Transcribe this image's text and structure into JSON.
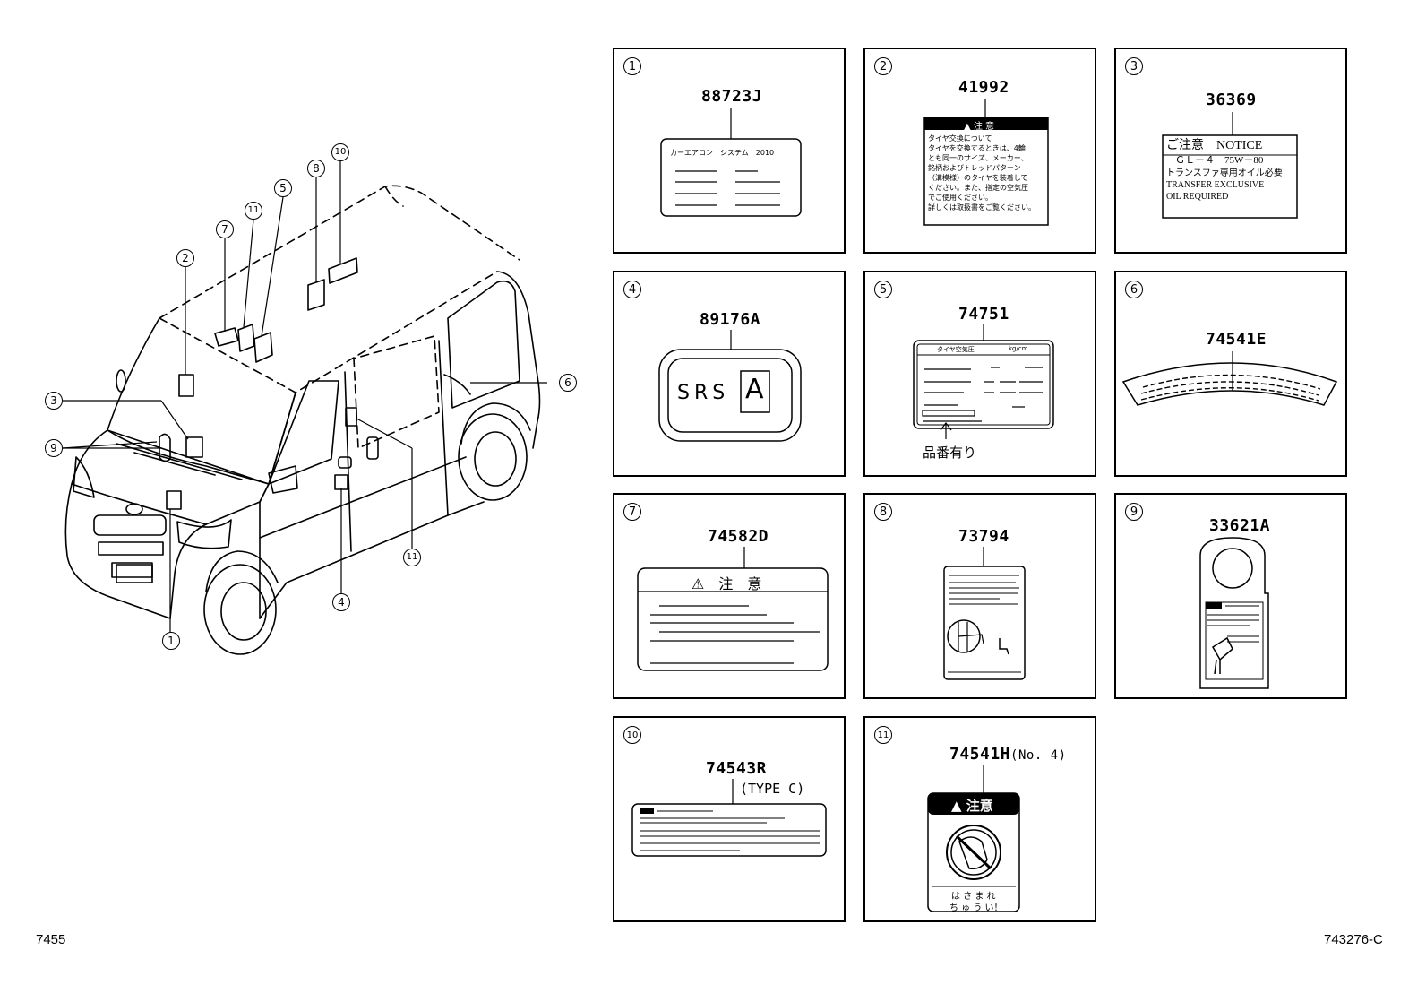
{
  "footer": {
    "left_code": "7455",
    "right_code": "743276-C"
  },
  "callouts": {
    "c1": "1",
    "c2": "2",
    "c3": "3",
    "c4": "4",
    "c5": "5",
    "c6": "6",
    "c7": "7",
    "c8": "8",
    "c9": "9",
    "c10": "10",
    "c11a": "11",
    "c11b": "11"
  },
  "panels": [
    {
      "num": "1",
      "part": "88723J"
    },
    {
      "num": "2",
      "part": "41992"
    },
    {
      "num": "3",
      "part": "36369"
    },
    {
      "num": "4",
      "part": "89176A"
    },
    {
      "num": "5",
      "part": "74751"
    },
    {
      "num": "6",
      "part": "74541E"
    },
    {
      "num": "7",
      "part": "74582D"
    },
    {
      "num": "8",
      "part": "73794"
    },
    {
      "num": "9",
      "part": "33621A"
    },
    {
      "num": "10",
      "part": "74543R",
      "note": "(TYPE C)"
    },
    {
      "num": "11",
      "part": "74541H",
      "suffix": "(No. 4)"
    }
  ],
  "labels": {
    "l1_title": "カーエアコン　システム　2010",
    "l2_header": "▲ 注 意",
    "l2_lines": [
      "タイヤ交換について",
      "タイヤを交換するときは、4輪",
      "とも同一のサイズ、メーカー、",
      "銘柄およびトレッドパターン",
      "（溝模様）のタイヤを装着して",
      "ください。また、指定の空気圧",
      "でご使用ください。",
      "詳しくは取扱書をご覧ください。"
    ],
    "l3_lines": [
      "ご注意　NOTICE",
      "ＧＬ－４　75W－80",
      "トランスファ専用オイル必要",
      "TRANSFER EXCLUSIVE",
      "OIL REQUIRED"
    ],
    "l4_text": "SRS",
    "l4_box": "A",
    "l5_header_a": "タイヤ空気圧",
    "l5_header_b": "kg/cm",
    "l5_note": "品番有り",
    "l7_header": "⚠　注　意",
    "l11_header": "注意",
    "l11_footer_a": "は さ ま れ",
    "l11_footer_b": "ち ゅ う い！"
  }
}
